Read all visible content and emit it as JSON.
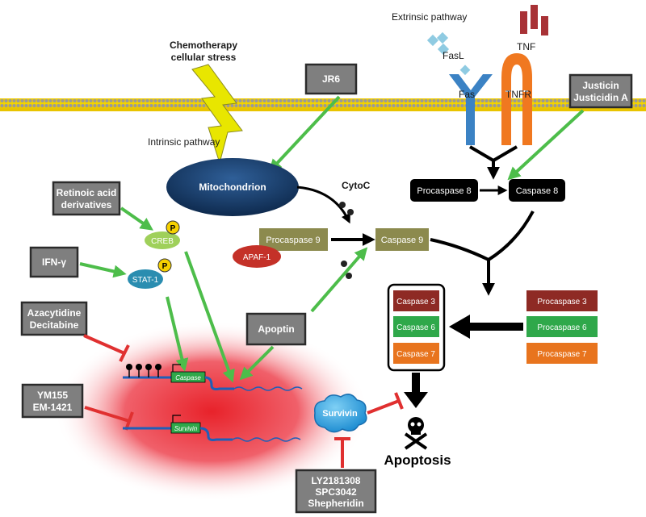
{
  "labels": {
    "extrinsic": "Extrinsic pathway",
    "tnf": "TNF",
    "fasl": "FasL",
    "fas": "Fas",
    "tnfr": "TNFR",
    "chemo_line1": "Chemotherapy",
    "chemo_line2": "cellular stress",
    "intrinsic": "Intrinsic pathway",
    "mitochondrion": "Mitochondrion",
    "cytoc": "CytoC",
    "apaf1": "APAF-1",
    "creb": "CREB",
    "stat1": "STAT-1",
    "p": "P",
    "caspase_gene": "Caspase",
    "survivin_gene": "Survivin",
    "survivin": "Survivin",
    "apoptosis": "Apoptosis"
  },
  "drug_boxes": {
    "jr6": "JR6",
    "justicin_1": "Justicin",
    "justicin_2": "Justicidin A",
    "retinoic_1": "Retinoic acid",
    "retinoic_2": "derivatives",
    "ifn": "IFN-γ",
    "aza_1": "Azacytidine",
    "aza_2": "Decitabine",
    "apoptin": "Apoptin",
    "ym_1": "YM155",
    "ym_2": "EM-1421",
    "ly_1": "LY2181308",
    "ly_2": "SPC3042",
    "ly_3": "Shepheridin"
  },
  "caspases": {
    "procaspase8": "Procaspase 8",
    "caspase8": "Caspase 8",
    "procaspase9": "Procaspase 9",
    "caspase9": "Caspase 9",
    "caspase3": "Caspase 3",
    "caspase6": "Caspase 6",
    "caspase7": "Caspase 7",
    "procaspase3": "Procaspase 3",
    "procaspase6": "Procaspase 6",
    "procaspase7": "Procaspase 7"
  },
  "colors": {
    "activation_arrow": "#4dbd4a",
    "inhibition": "#e03030",
    "caspase3": "#8e2a24",
    "caspase6": "#2fa84a",
    "caspase7": "#e8741e",
    "caspase9": "#8c8a4e",
    "fas": "#3b82c4",
    "tnfr": "#f07820",
    "tnf": "#a83236"
  }
}
